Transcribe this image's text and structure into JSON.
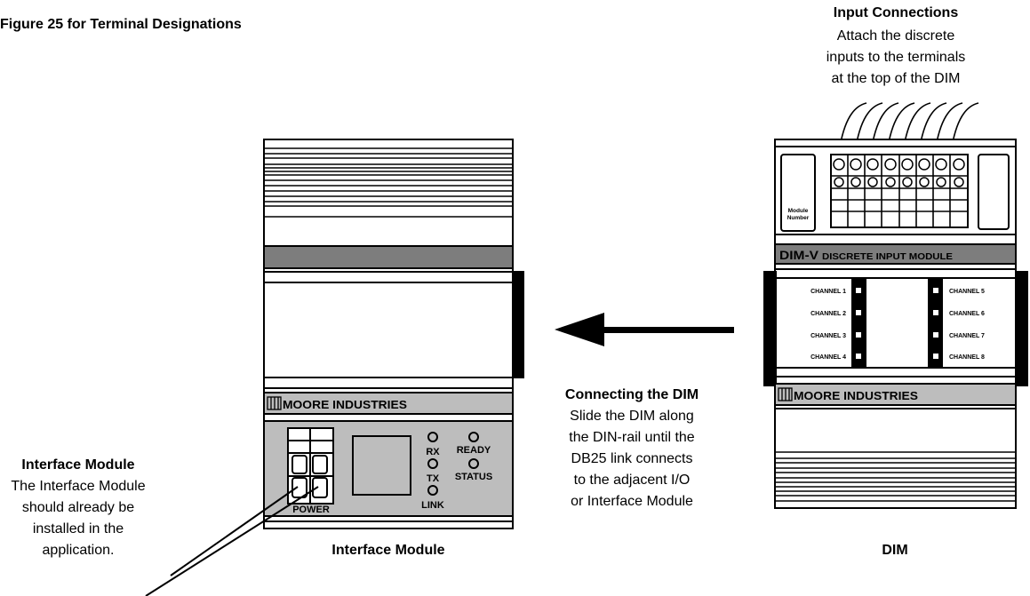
{
  "figure_ref": "Figure 25 for Terminal Designations",
  "callouts": {
    "input_connections": {
      "title": "Input Connections",
      "lines": [
        "Attach the discrete",
        "inputs to the terminals",
        "at the top of the DIM"
      ]
    },
    "connecting_dim": {
      "title": "Connecting the DIM",
      "lines": [
        "Slide the DIM along",
        "the DIN-rail until the",
        "DB25 link connects",
        "to the adjacent I/O",
        "or Interface Module"
      ]
    },
    "interface_module": {
      "title": "Interface Module",
      "lines": [
        "The Interface Module",
        "should already be",
        "installed in the",
        "application."
      ]
    }
  },
  "captions": {
    "interface_module": "Interface Module",
    "dim": "DIM"
  },
  "interface_module": {
    "brand": "MOORE INDUSTRIES",
    "power_label": "POWER",
    "leds": {
      "rx": "RX",
      "tx": "TX",
      "link": "LINK",
      "ready": "READY",
      "status": "STATUS"
    }
  },
  "dim": {
    "model": "DIM-V",
    "model_desc": "DISCRETE INPUT MODULE",
    "module_number_line1": "Module",
    "module_number_line2": "Number",
    "brand": "MOORE INDUSTRIES",
    "channels_left": [
      "CHANNEL 1",
      "CHANNEL 2",
      "CHANNEL 3",
      "CHANNEL 4"
    ],
    "channels_right": [
      "CHANNEL 5",
      "CHANNEL 6",
      "CHANNEL 7",
      "CHANNEL 8"
    ]
  },
  "colors": {
    "band_gray": "#7d7d7d",
    "panel_gray": "#bdbdbd",
    "line": "#000000",
    "background": "#ffffff"
  }
}
